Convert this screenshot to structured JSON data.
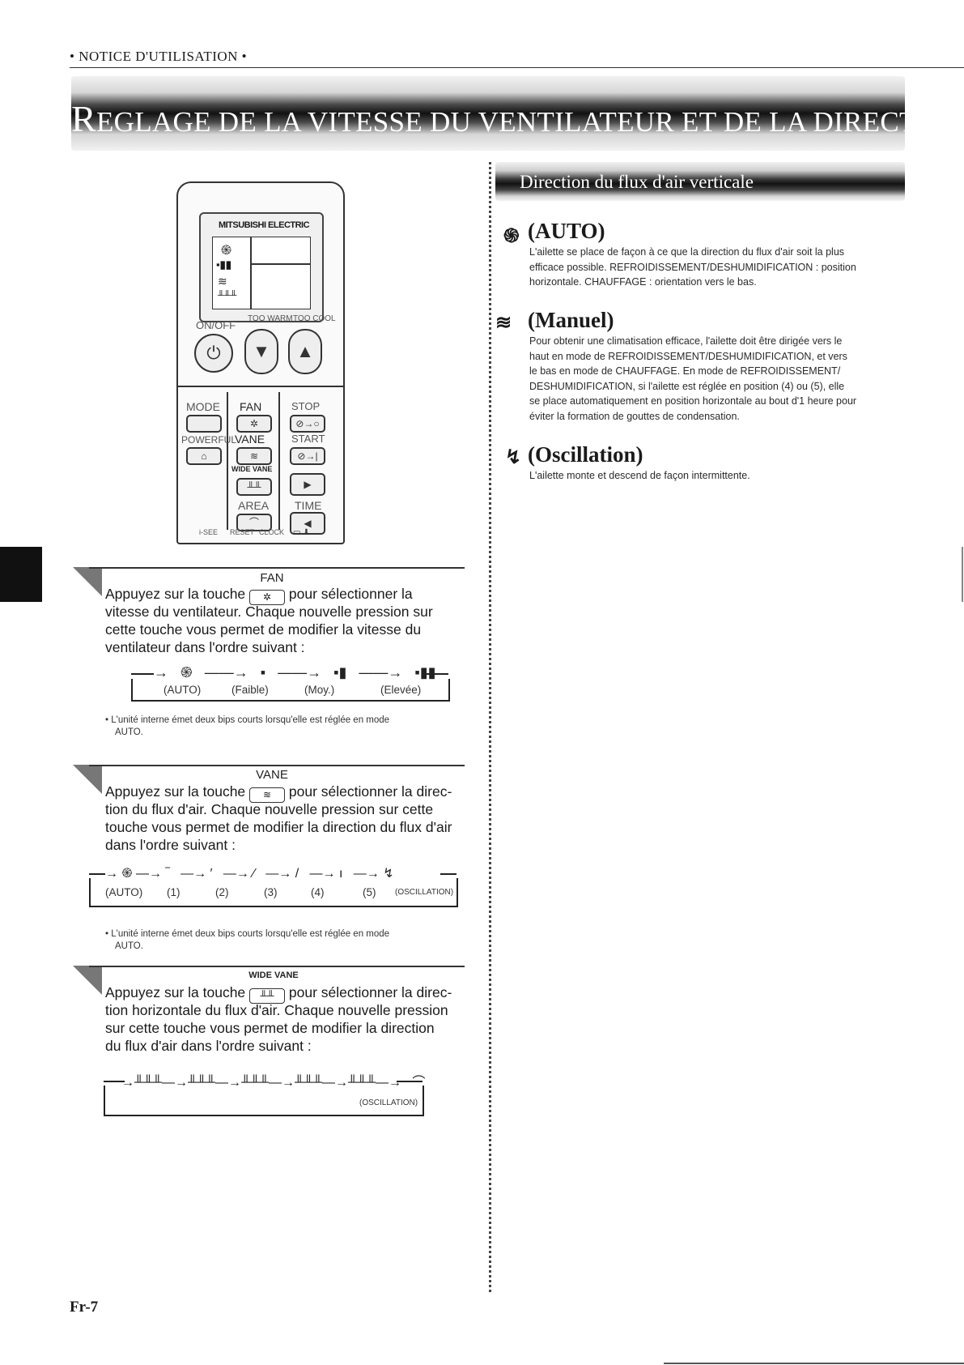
{
  "header": {
    "label": "• NOTICE D'UTILISATION •"
  },
  "title": {
    "first_letter": "R",
    "rest": "EGLAGE DE LA VITESSE DU VENTILATEUR ET DE LA DIRECTION DU FLUX D'AIR"
  },
  "remote": {
    "brand": "MITSUBISHI ELECTRIC",
    "on_off": "ON/OFF",
    "too_warm": "TOO WARM",
    "too_cool": "TOO COOL",
    "mode": "MODE",
    "fan": "FAN",
    "stop": "STOP",
    "powerful": "POWERFUL",
    "vane": "VANE",
    "start": "START",
    "wide_vane": "WIDE VANE",
    "area": "AREA",
    "time": "TIME",
    "i_see": "i-SEE",
    "reset": "RESET",
    "clock": "CLOCK"
  },
  "step1": {
    "button_caption": "FAN",
    "line1_a": "Appuyez sur la touche",
    "line1_b": "pour sélectionner la",
    "line2": "vitesse du ventilateur. Chaque nouvelle pression sur",
    "line3": "cette touche vous permet de modifier la vitesse du",
    "line4": "ventilateur dans l'ordre suivant :",
    "sequence": [
      "(AUTO)",
      "(Faible)",
      "(Moy.)",
      "(Elevée)"
    ],
    "note_line1": "• L'unité interne émet deux bips courts lorsqu'elle est réglée en mode",
    "note_line2": "AUTO."
  },
  "step2": {
    "button_caption": "VANE",
    "line1_a": "Appuyez sur la touche",
    "line1_b": "pour sélectionner la direc-",
    "line2": "tion du flux d'air. Chaque nouvelle pression sur cette",
    "line3": "touche vous permet de modifier la direction du flux d'air",
    "line4": "dans l'ordre suivant :",
    "sequence": [
      "(AUTO)",
      "(1)",
      "(2)",
      "(3)",
      "(4)",
      "(5)",
      "(OSCILLATION)"
    ],
    "note_line1": "• L'unité interne émet deux bips courts lorsqu'elle est réglée en mode",
    "note_line2": "AUTO."
  },
  "step3": {
    "button_caption": "WIDE VANE",
    "line1_a": "Appuyez sur la touche",
    "line1_b": "pour sélectionner la direc-",
    "line2": "tion horizontale du flux d'air. Chaque nouvelle pression",
    "line3": "sur cette touche vous permet de modifier la direction",
    "line4": "du flux d'air dans l'ordre suivant :",
    "sequence_last": "(OSCILLATION)"
  },
  "right": {
    "subtitle": "Direction du flux d'air verticale",
    "auto": {
      "title": "(AUTO)",
      "text1": "L'ailette se place de façon à ce que la direction du flux d'air soit la plus",
      "text2": "efficace possible. REFROIDISSEMENT/DESHUMIDIFICATION : position",
      "text3": "horizontale. CHAUFFAGE : orientation vers le bas."
    },
    "manuel": {
      "title": "(Manuel)",
      "text1": "Pour obtenir une climatisation efficace, l'ailette doit être dirigée vers le",
      "text2": "haut en mode de REFROIDISSEMENT/DESHUMIDIFICATION, et vers",
      "text3": "le bas en mode de CHAUFFAGE. En mode de REFROIDISSEMENT/",
      "text4": "DESHUMIDIFICATION, si l'ailette est réglée en position (4) ou (5), elle",
      "text5": "se place automatiquement en position horizontale au bout d'1 heure pour",
      "text6": "éviter la formation de gouttes de condensation."
    },
    "oscillation": {
      "title": "(Oscillation)",
      "text1": "L'ailette monte et descend de façon intermittente."
    }
  },
  "footer": {
    "page_number": "Fr-7"
  }
}
